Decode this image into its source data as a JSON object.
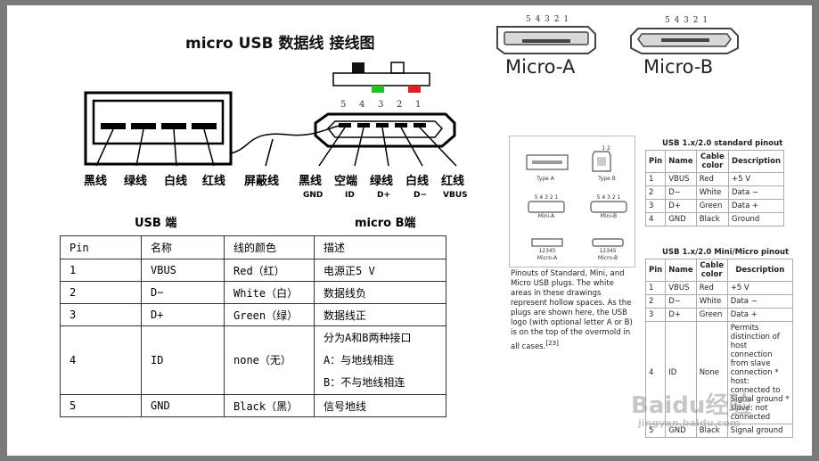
{
  "title": "micro USB 数据线 接线图",
  "usb_a": {
    "wire_labels": [
      "黑线",
      "绿线",
      "白线",
      "红线"
    ],
    "shield_label": "屏蔽线",
    "caption": "USB 端"
  },
  "micro_b": {
    "pin_numbers": [
      "5",
      "4",
      "3",
      "2",
      "1"
    ],
    "wire_labels": [
      "黑线",
      "空端",
      "绿线",
      "白线",
      "红线"
    ],
    "signal_labels": [
      "GND",
      "ID",
      "D+",
      "D−",
      "VBUS"
    ],
    "caption": "micro B端"
  },
  "connectors": {
    "micro_a": {
      "label": "Micro-A",
      "pins": "5 4 3 2 1"
    },
    "micro_b": {
      "label": "Micro-B",
      "pins": "5 4 3 2 1"
    }
  },
  "colors": {
    "black": "#111111",
    "green": "#22c322",
    "red": "#e02020"
  },
  "pin_table": {
    "headers": [
      "Pin",
      "名称",
      "线的颜色",
      "描述"
    ],
    "rows": [
      {
        "pin": "1",
        "name": "VBUS",
        "color": "Red（红）",
        "desc": [
          "电源正5 V"
        ]
      },
      {
        "pin": "2",
        "name": "D−",
        "color": "White（白）",
        "desc": [
          "数据线负"
        ]
      },
      {
        "pin": "3",
        "name": "D+",
        "color": "Green（绿）",
        "desc": [
          "数据线正"
        ]
      },
      {
        "pin": "4",
        "name": "ID",
        "color": "none（无）",
        "desc": [
          "分为A和B两种接口",
          "A：与地线相连",
          "B：不与地线相连"
        ]
      },
      {
        "pin": "5",
        "name": "GND",
        "color": "Black（黑）",
        "desc": [
          "信号地线"
        ]
      }
    ]
  },
  "plugs_panel": {
    "labels": [
      "Type A",
      "Type B",
      "Mini-A",
      "Mini-B",
      "Micro-A",
      "Micro-B"
    ],
    "type_b_pins": "1 2",
    "mini_pins": "5 4 3 2 1",
    "micro_pins": "12345",
    "caption": "Pinouts of Standard, Mini, and Micro USB plugs. The white areas in these drawings represent hollow spaces. As the plugs are shown here, the USB logo (with optional letter A or B) is on the top of the overmold in all cases.",
    "ref": "[23]"
  },
  "std_pinout": {
    "title": "USB 1.x/2.0 standard pinout",
    "headers": [
      "Pin",
      "Name",
      "Cable color",
      "Description"
    ],
    "rows": [
      [
        "1",
        "VBUS",
        "Red",
        "+5 V"
      ],
      [
        "2",
        "D−",
        "White",
        "Data −"
      ],
      [
        "3",
        "D+",
        "Green",
        "Data +"
      ],
      [
        "4",
        "GND",
        "Black",
        "Ground"
      ]
    ]
  },
  "mini_pinout": {
    "title": "USB 1.x/2.0 Mini/Micro pinout",
    "headers": [
      "Pin",
      "Name",
      "Cable color",
      "Description"
    ],
    "rows": [
      [
        "1",
        "VBUS",
        "Red",
        "+5 V"
      ],
      [
        "2",
        "D−",
        "White",
        "Data −"
      ],
      [
        "3",
        "D+",
        "Green",
        "Data +"
      ],
      [
        "4",
        "ID",
        "None",
        "Permits distinction of host connection from slave connection * host: connected to Signal ground * slave: not connected"
      ],
      [
        "5",
        "GND",
        "Black",
        "Signal ground"
      ]
    ]
  },
  "watermark": {
    "logo": "Baidu经验",
    "url": "jingyan.baidu.com"
  }
}
